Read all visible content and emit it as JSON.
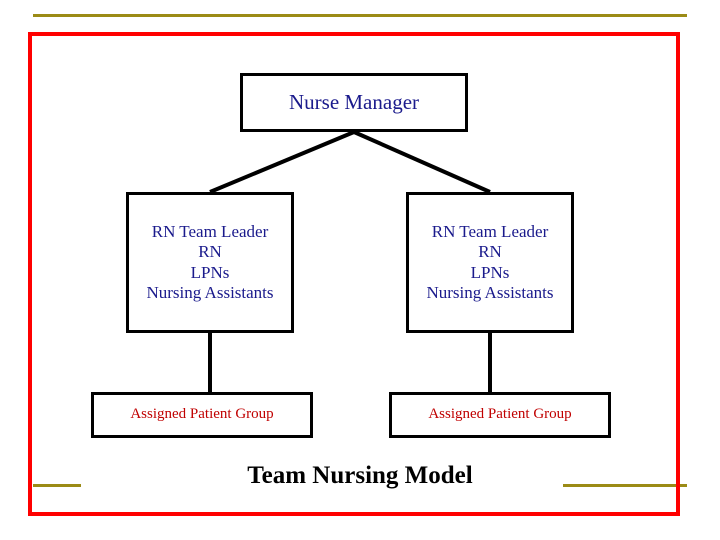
{
  "slide": {
    "caption": "Team Nursing Model",
    "colors": {
      "frame": "#ff0000",
      "rule": "#9b8b16",
      "node_text": "#1a1a8c",
      "patient_text": "#c00000",
      "border": "#000000"
    }
  },
  "diagram": {
    "manager": {
      "label": "Nurse Manager"
    },
    "teams": [
      {
        "lines": [
          "RN Team Leader",
          "RN",
          "LPNs",
          "Nursing Assistants"
        ]
      },
      {
        "lines": [
          "RN Team Leader",
          "RN",
          "LPNs",
          "Nursing Assistants"
        ]
      }
    ],
    "patient_groups": [
      {
        "label": "Assigned Patient Group"
      },
      {
        "label": "Assigned Patient Group"
      }
    ]
  }
}
